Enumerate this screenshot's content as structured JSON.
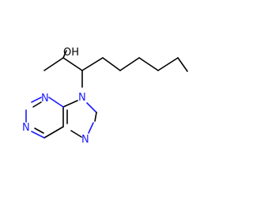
{
  "molecule": {
    "atom_labels": {
      "oh": "OH",
      "n_pyrimidine_top": "N",
      "n_pyrimidine_bottom": "N",
      "n9": "N",
      "n7": "N"
    },
    "colors": {
      "bond": "#000000",
      "nitrogen": "#1a1aff",
      "oxygen_label": "#000000",
      "background": "#ffffff"
    }
  }
}
